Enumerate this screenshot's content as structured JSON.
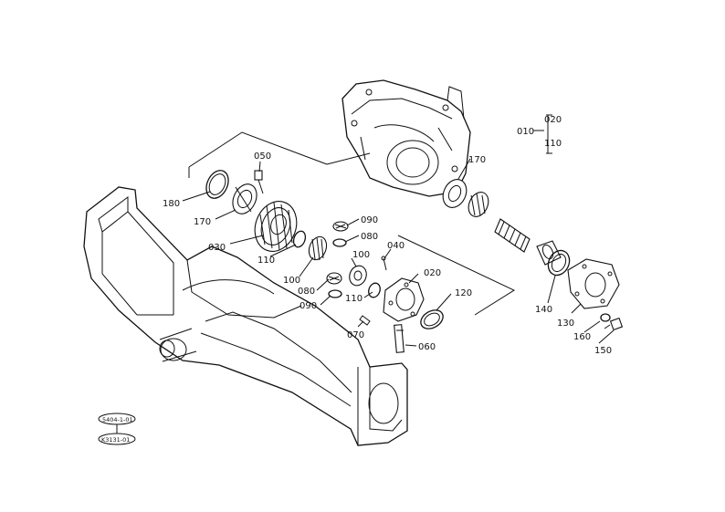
{
  "parts": [
    {
      "id": "p010",
      "label": "010"
    },
    {
      "id": "p020a",
      "label": "020"
    },
    {
      "id": "p110a",
      "label": "110"
    },
    {
      "id": "p050",
      "label": "050"
    },
    {
      "id": "p180",
      "label": "180"
    },
    {
      "id": "p170a",
      "label": "170"
    },
    {
      "id": "p030",
      "label": "030"
    },
    {
      "id": "p110b",
      "label": "110"
    },
    {
      "id": "p090a",
      "label": "090"
    },
    {
      "id": "p080a",
      "label": "080"
    },
    {
      "id": "p040",
      "label": "040"
    },
    {
      "id": "p100a",
      "label": "100"
    },
    {
      "id": "p100b",
      "label": "100"
    },
    {
      "id": "p080b",
      "label": "080"
    },
    {
      "id": "p110c",
      "label": "110"
    },
    {
      "id": "p020b",
      "label": "020"
    },
    {
      "id": "p090b",
      "label": "090"
    },
    {
      "id": "p120",
      "label": "120"
    },
    {
      "id": "p070",
      "label": "070"
    },
    {
      "id": "p060",
      "label": "060"
    },
    {
      "id": "p170b",
      "label": "170"
    },
    {
      "id": "p140",
      "label": "140"
    },
    {
      "id": "p130",
      "label": "130"
    },
    {
      "id": "p160",
      "label": "160"
    },
    {
      "id": "p150",
      "label": "150"
    }
  ],
  "ref_codes": {
    "top": "5404-1-01",
    "bottom": "K3131-01"
  }
}
